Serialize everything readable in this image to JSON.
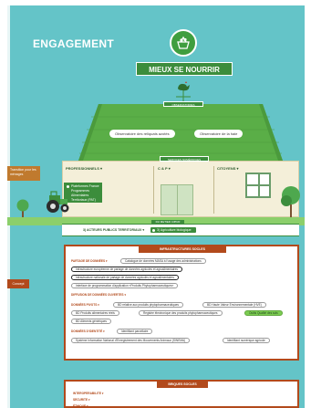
{
  "page": {
    "section_label": "ENGAGEMENT",
    "banner_title": "MIEUX SE NOURRIR"
  },
  "roof": {
    "badge": "OBSERVATOIRES",
    "observatories": [
      "Observatoire des reliquats azotés",
      "Observatoire de la haie"
    ]
  },
  "services": {
    "badge": "SERVICES NUMÉRIQUES",
    "columns": [
      "PROFESSIONNELS ▾",
      "C & P ▾",
      "CITOYENS ▾"
    ],
    "platform_label": "Plateformes France Programmes Alimentaires Territoriaux (PAT)"
  },
  "side": {
    "transition_label": "Transition pour les ménages"
  },
  "governance": {
    "badge": "DU METIER CŒUR",
    "actors_label": "3) ACTEURS PUBLICS TERRITORIAUX ▾",
    "bio_label": "3) Agriculture biologique"
  },
  "infra": {
    "header": "INFRASTRUCTURES SOCLES",
    "side_tag": "Concept",
    "sections": [
      {
        "title": "PARTAGE DE DONNÉES ▾",
        "chips": [
          "Catalogue de données MASA à l'usage des administrations",
          "Infrastructure européenne de partage de données agricoles et agroalimentaires",
          "Infrastructure nationale de partage de données agricoles et agroalimentaires",
          "Interface de programmation d'application «Produits Phytopharmaceutiques»"
        ]
      },
      {
        "title": "DIFFUSION DE DONNÉES OUVERTES ▾",
        "chips": []
      },
      {
        "title": "DONNÉES PIVOTS ▾",
        "chips": [
          "BD relative aux produits phytopharmaceutiques",
          "BD Haute Valeur Environnementale (HVE)",
          "BD Produits alimentaires réels",
          "Registre électronique des produits phytopharmaceutiques",
          "Outils Qualité des sols",
          "BD Aliments génériques"
        ]
      },
      {
        "title": "DONNÉES D'IDENTITÉ ▾",
        "chips": [
          "Identifiant parcellaire",
          "Système Information National d'Enregistrement des Mouvements Animaux (SINEMA)",
          "Identifiant numérique agricole"
        ]
      }
    ]
  },
  "socles": {
    "header": "BRIQUES SOCLES",
    "items": [
      "INTEROPERABILITE ▾",
      "SECURITE ▾",
      "ÉTHIQUE ▾"
    ]
  },
  "colors": {
    "background": "#64c4c8",
    "green": "#3c8d3c",
    "accent": "#b24a1c",
    "chip_highlight": "#7ccd52"
  }
}
